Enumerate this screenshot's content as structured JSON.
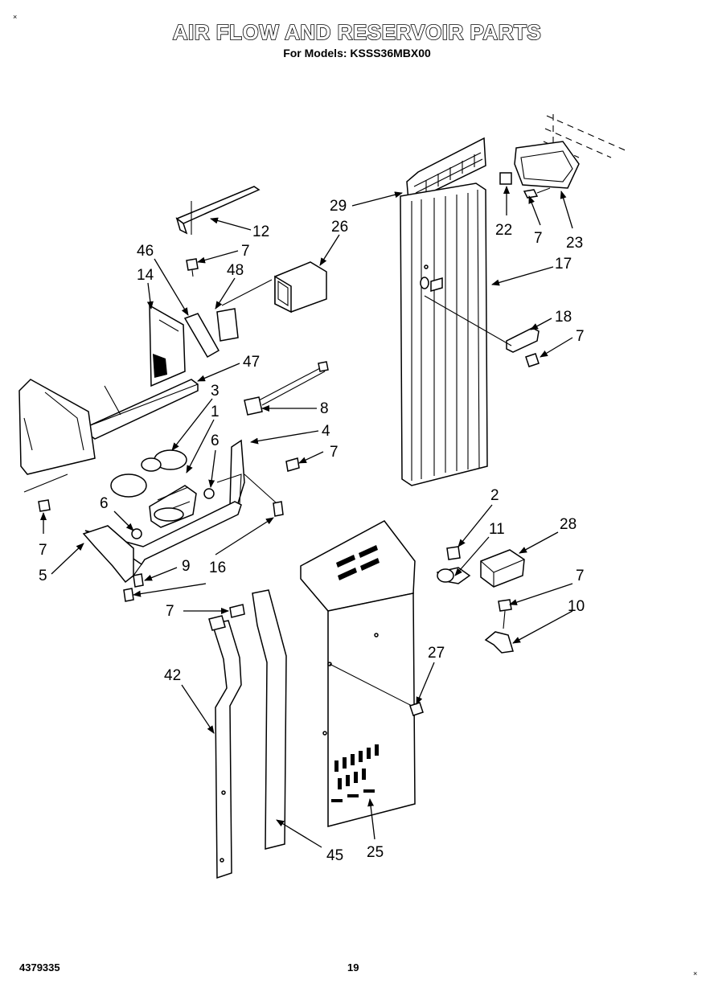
{
  "header": {
    "title": "AIR FLOW AND RESERVOIR PARTS",
    "subtitle": "For Models: KSSS36MBX00"
  },
  "footer": {
    "part_number": "4379335",
    "page_number": "19"
  },
  "corner_marks": {
    "top_left": "×",
    "bottom_right": "×"
  },
  "callouts": {
    "c29": "29",
    "c22": "22",
    "c7_a": "7",
    "c23": "23",
    "c17": "17",
    "c12": "12",
    "c26": "26",
    "c46": "46",
    "c7_b": "7",
    "c48": "48",
    "c14": "14",
    "c18": "18",
    "c7_c": "7",
    "c47": "47",
    "c3": "3",
    "c8": "8",
    "c1": "1",
    "c4": "4",
    "c6_a": "6",
    "c7_d": "7",
    "c2": "2",
    "c6_b": "6",
    "c28": "28",
    "c11": "11",
    "c7_e": "7",
    "c5": "5",
    "c9": "9",
    "c16": "16",
    "c7_f": "7",
    "c10": "10",
    "c7_g": "7",
    "c27": "27",
    "c42": "42",
    "c45": "45",
    "c25": "25"
  }
}
